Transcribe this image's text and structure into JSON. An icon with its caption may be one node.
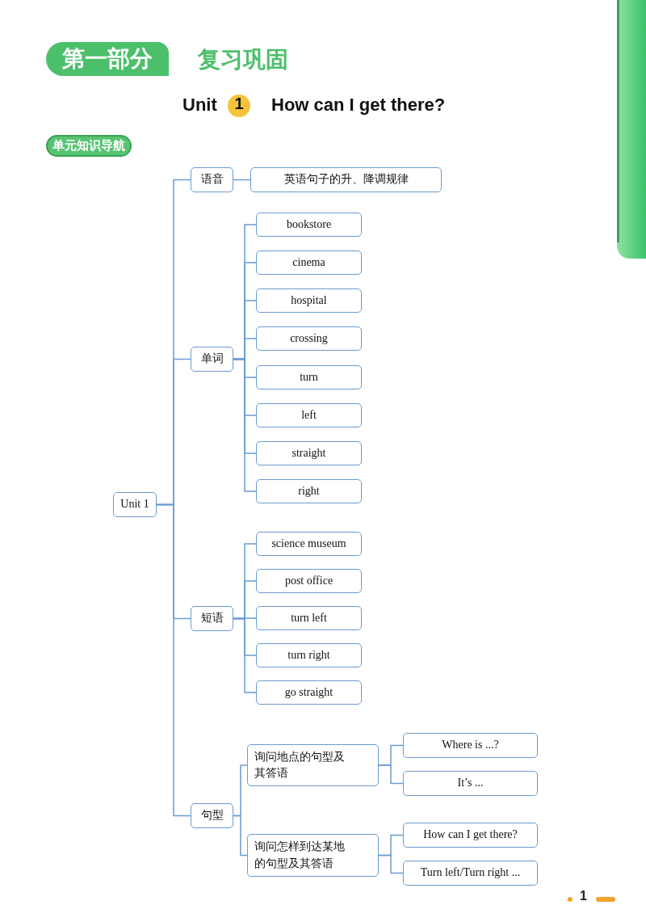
{
  "diagram": {
    "nodes": [
      {
        "text": [
          "Unit 1"
        ]
      },
      {
        "text": [
          "语音"
        ]
      },
      {
        "text": [
          "英语句子的升、降调规律"
        ]
      },
      {
        "text": [
          "单词"
        ]
      },
      {
        "text": [
          "bookstore"
        ]
      },
      {
        "text": [
          "cinema"
        ]
      },
      {
        "text": [
          "hospital"
        ]
      },
      {
        "text": [
          "crossing"
        ]
      },
      {
        "text": [
          "turn"
        ]
      },
      {
        "text": [
          "left"
        ]
      },
      {
        "text": [
          "straight"
        ]
      },
      {
        "text": [
          "right"
        ]
      },
      {
        "text": [
          "短语"
        ]
      },
      {
        "text": [
          "science museum"
        ]
      },
      {
        "text": [
          "post office"
        ]
      },
      {
        "text": [
          "turn left"
        ]
      },
      {
        "text": [
          "turn right"
        ]
      },
      {
        "text": [
          "go straight"
        ]
      },
      {
        "text": [
          "句型"
        ]
      },
      {
        "text": [
          "询问地点的句型及其答语"
        ]
      },
      {
        "text": [
          "Where is ...?"
        ]
      },
      {
        "text": [
          "It’s ..."
        ]
      },
      {
        "text": [
          "询问怎样到达某地的句型及其答语"
        ]
      },
      {
        "text": [
          "How can I get there?"
        ]
      },
      {
        "text": [
          "Turn left/Turn right ..."
        ]
      }
    ],
    "edges": [
      {
        "from": 0,
        "to": 1,
        "arrow": "none"
      },
      {
        "from": 0,
        "to": 3,
        "arrow": "none"
      },
      {
        "from": 0,
        "to": 12,
        "arrow": "none"
      },
      {
        "from": 0,
        "to": 18,
        "arrow": "none"
      },
      {
        "from": 1,
        "to": 2,
        "arrow": "none"
      },
      {
        "from": 3,
        "to": 4,
        "arrow": "none"
      },
      {
        "from": 3,
        "to": 5,
        "arrow": "none"
      },
      {
        "from": 3,
        "to": 6,
        "arrow": "none"
      },
      {
        "from": 3,
        "to": 7,
        "arrow": "none"
      },
      {
        "from": 3,
        "to": 8,
        "arrow": "none"
      },
      {
        "from": 3,
        "to": 9,
        "arrow": "none"
      },
      {
        "from": 3,
        "to": 10,
        "arrow": "none"
      },
      {
        "from": 3,
        "to": 11,
        "arrow": "none"
      },
      {
        "from": 12,
        "to": 13,
        "arrow": "none"
      },
      {
        "from": 12,
        "to": 14,
        "arrow": "none"
      },
      {
        "from": 12,
        "to": 15,
        "arrow": "none"
      },
      {
        "from": 12,
        "to": 16,
        "arrow": "none"
      },
      {
        "from": 12,
        "to": 17,
        "arrow": "none"
      },
      {
        "from": 18,
        "to": 19,
        "arrow": "none"
      },
      {
        "from": 18,
        "to": 22,
        "arrow": "none"
      },
      {
        "from": 19,
        "to": 20,
        "arrow": "none"
      },
      {
        "from": 19,
        "to": 21,
        "arrow": "none"
      },
      {
        "from": 22,
        "to": 23,
        "arrow": "none"
      },
      {
        "from": 22,
        "to": 24,
        "arrow": "none"
      }
    ],
    "labels": [
      "第一部分",
      "复习巩固",
      "Unit",
      "1",
      "How can I get there?",
      "单元知识导航",
      "1"
    ]
  }
}
